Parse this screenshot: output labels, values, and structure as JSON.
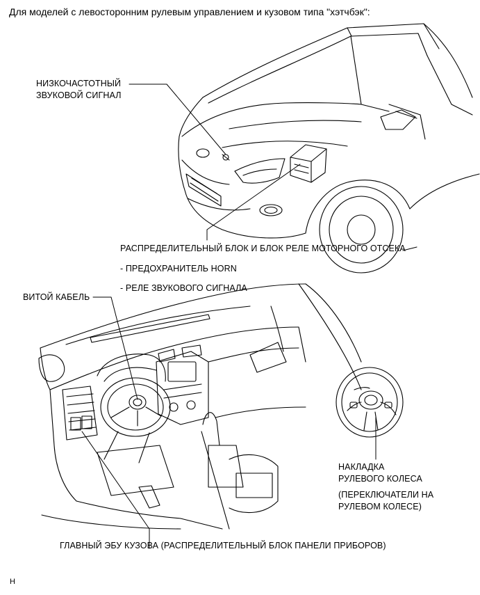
{
  "title": "Для моделей с левосторонним рулевым управлением и кузовом типа \"хэтчбэк\":",
  "labels": {
    "low_horn": [
      "НИЗКОЧАСТОТНЫЙ",
      "ЗВУКОВОЙ СИГНАЛ"
    ],
    "engine_relay_block": "РАСПРЕДЕЛИТЕЛЬНЫЙ БЛОК И БЛОК РЕЛЕ МОТОРНОГО ОТСЕКА",
    "horn_fuse": "- ПРЕДОХРАНИТЕЛЬ HORN",
    "horn_relay": "- РЕЛЕ ЗВУКОВОГО СИГНАЛА",
    "spiral_cable": "ВИТОЙ КАБЕЛЬ",
    "steering_pad": [
      "НАКЛАДКА",
      "РУЛЕВОГО КОЛЕСА"
    ],
    "steering_switches": [
      "(ПЕРЕКЛЮЧАТЕЛИ НА",
      "РУЛЕВОМ КОЛЕСЕ)"
    ],
    "main_body_ecu": "ГЛАВНЫЙ ЭБУ КУЗОВА (РАСПРЕДЕЛИТЕЛЬНЫЙ БЛОК ПАНЕЛИ ПРИБОРОВ)"
  },
  "corner_mark": "H"
}
